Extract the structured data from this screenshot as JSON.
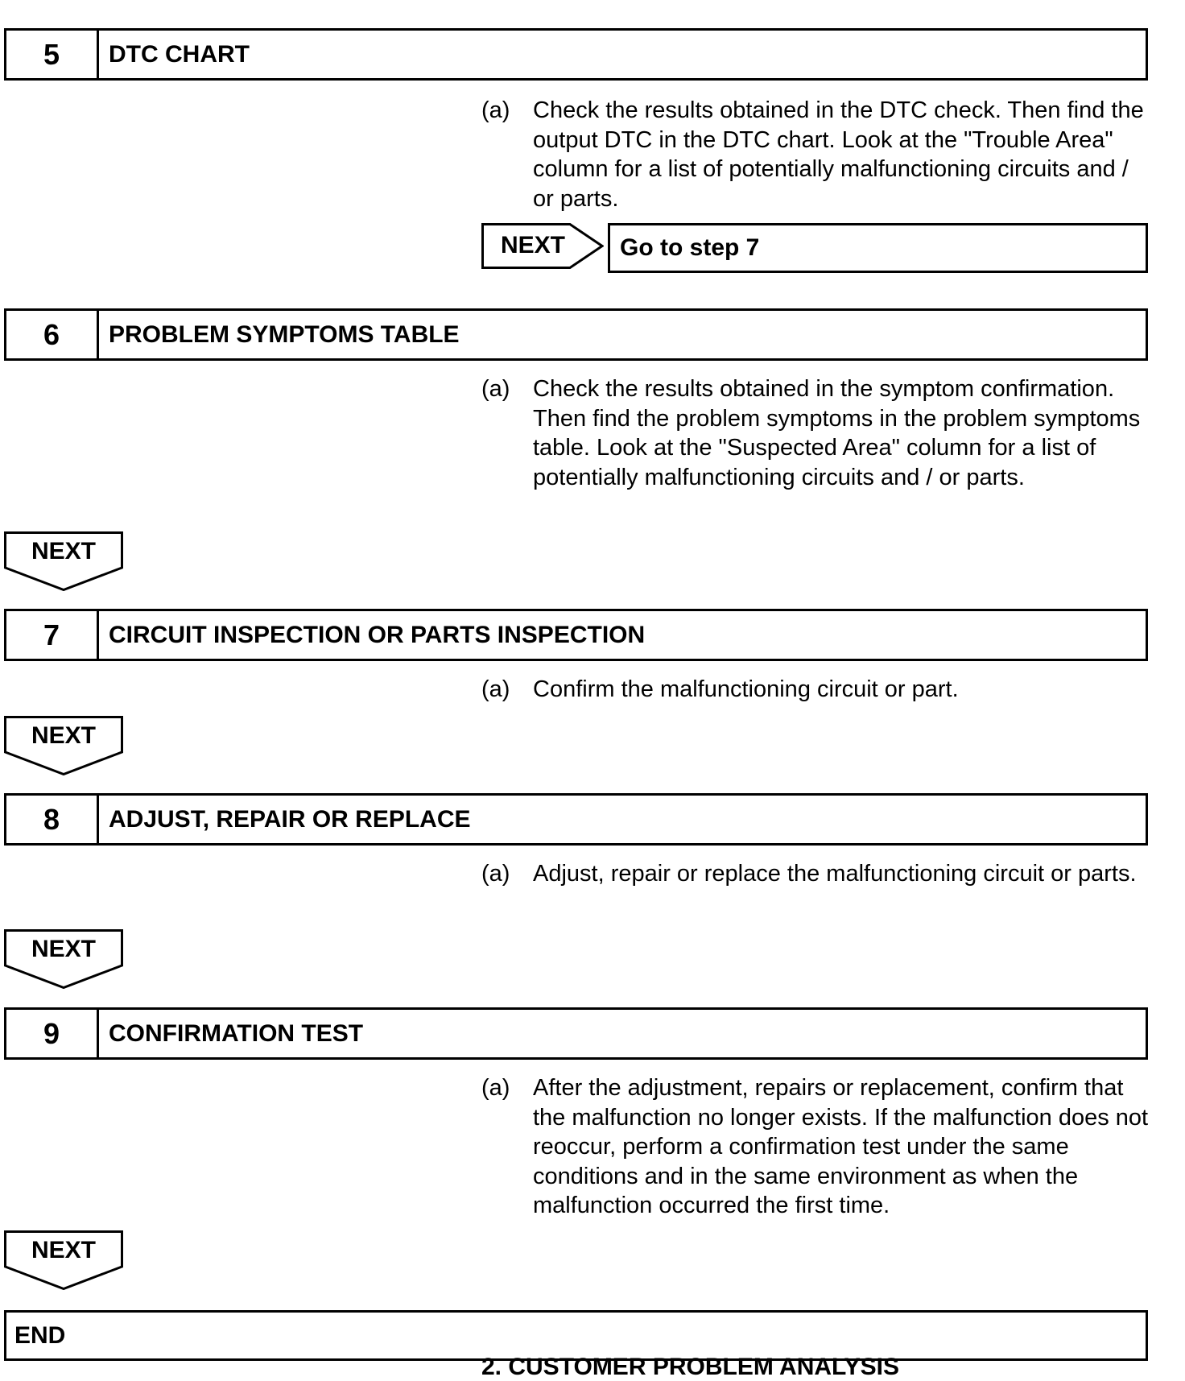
{
  "steps": [
    {
      "number": "5",
      "title": "DTC CHART",
      "label": "(a)",
      "text": "Check the results obtained in the DTC check. Then find the output DTC in the DTC chart. Look at the \"Trouble Area\" column for a list of potentially malfunctioning circuits and / or parts."
    },
    {
      "number": "6",
      "title": "PROBLEM SYMPTOMS TABLE",
      "label": "(a)",
      "text": "Check the results obtained in the symptom confirmation. Then find the problem symptoms in the problem symptoms table. Look at the \"Suspected Area\" column for a list of potentially malfunctioning circuits and / or parts."
    },
    {
      "number": "7",
      "title": "CIRCUIT INSPECTION OR PARTS INSPECTION",
      "label": "(a)",
      "text": "Confirm the malfunctioning circuit or part."
    },
    {
      "number": "8",
      "title": "ADJUST, REPAIR OR REPLACE",
      "label": "(a)",
      "text": "Adjust, repair or replace the malfunctioning circuit or parts."
    },
    {
      "number": "9",
      "title": "CONFIRMATION TEST",
      "label": "(a)",
      "text": "After the adjustment, repairs or replacement, confirm that the malfunction no longer exists. If the malfunction does not reoccur, perform a confirmation test under the same conditions and in the same environment as when the malfunction occurred the first time."
    }
  ],
  "next_label": "NEXT",
  "goto_text": "Go to step 7",
  "end_label": "END",
  "cut_text": "2.   CUSTOMER PROBLEM ANALYSIS"
}
